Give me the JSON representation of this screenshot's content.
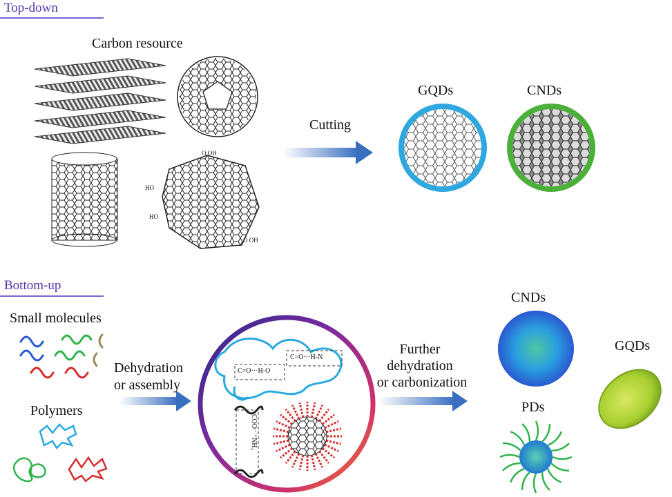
{
  "top": {
    "section_title": "Top-down",
    "carbon_resource_label": "Carbon resource",
    "cutting_label": "Cutting",
    "gqds_label": "GQDs",
    "cnds_label": "CNDs",
    "go_cooh_top": "O    OH",
    "go_ho_left": "HO",
    "go_ho_mid": "HO",
    "go_cooh_bottom": "O    OH"
  },
  "bottom": {
    "section_title": "Bottom-up",
    "small_molecules_label": "Small molecules",
    "polymers_label": "Polymers",
    "step1_line1": "Dehydration",
    "step1_line2": "or assembly",
    "step2_line1": "Further",
    "step2_line2": "dehydration",
    "step2_line3": "or carbonization",
    "cnds_label": "CNDs",
    "pds_label": "PDs",
    "gqds_label": "GQDs",
    "bond_1": "C=O···H-O",
    "bond_2": "C=O···H-N",
    "bond_3": "COO⁻  ⁺NH₃"
  },
  "colors": {
    "section_title": "#5533aa",
    "gqds_ring": "#2fa8e0",
    "cnds_ring": "#4caf3a",
    "arrow": "#3a6fc0",
    "polymer_blue": "#29a9e0",
    "polymer_green": "#2db34a",
    "polymer_red": "#d62e2e",
    "polymer_khaki": "#9a8a5a"
  }
}
